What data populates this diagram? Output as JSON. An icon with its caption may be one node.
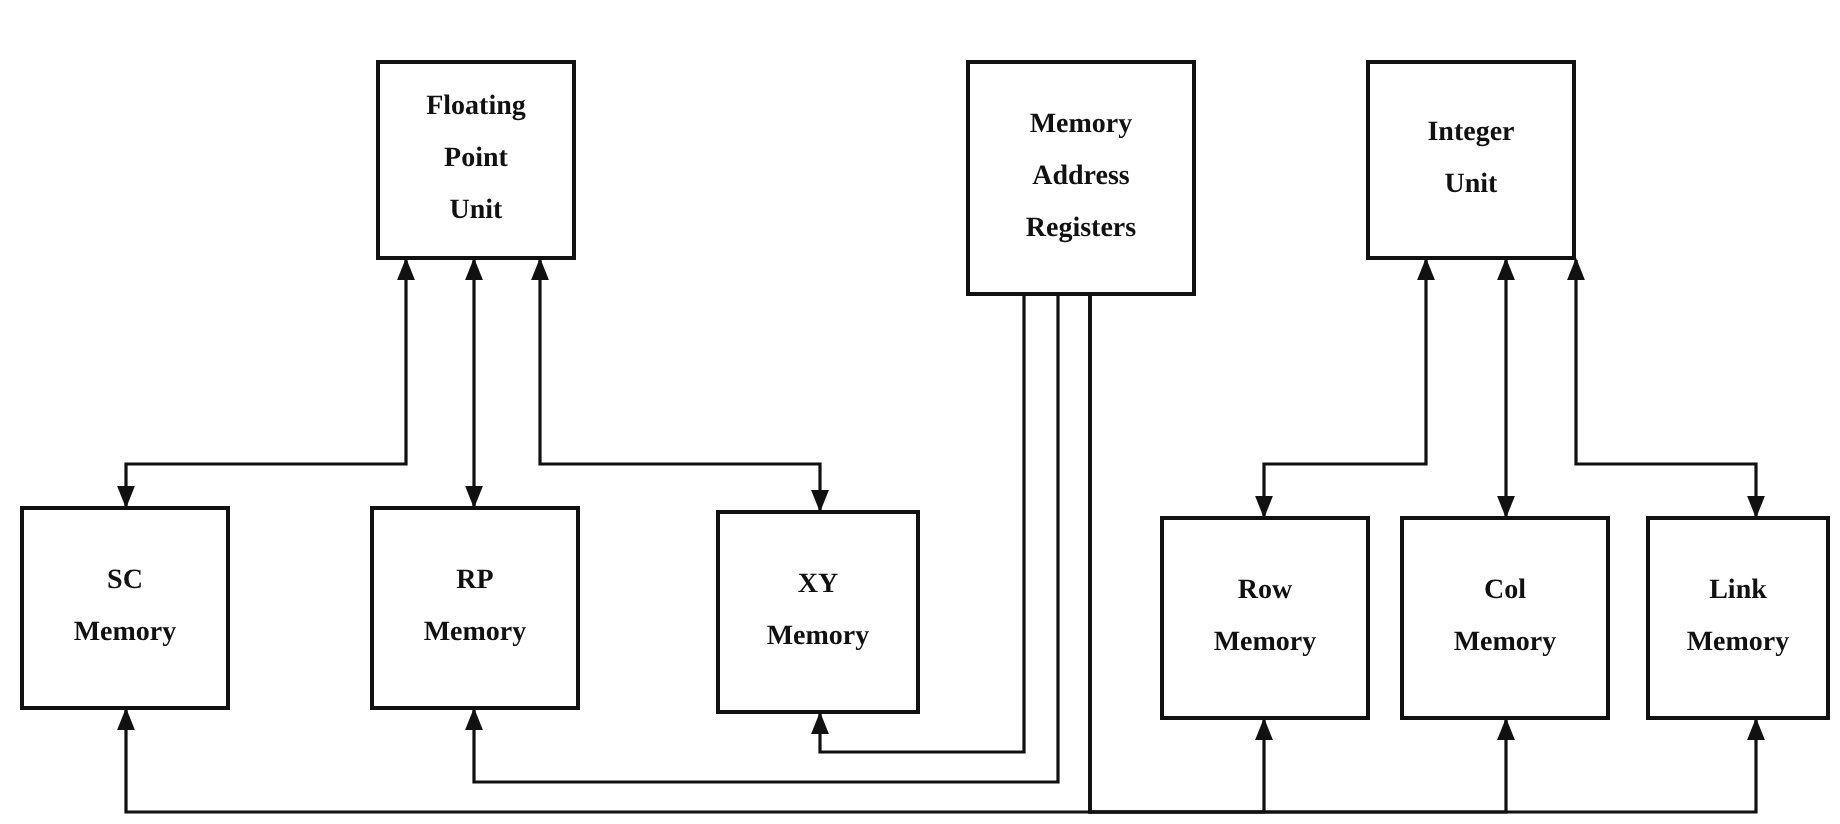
{
  "diagram": {
    "nodes": [
      {
        "text": [
          "Floating Point Unit"
        ]
      },
      {
        "text": [
          "Memory Address Registers"
        ]
      },
      {
        "text": [
          "Integer Unit"
        ]
      },
      {
        "text": [
          "SC Memory"
        ]
      },
      {
        "text": [
          "RP Memory"
        ]
      },
      {
        "text": [
          "XY Memory"
        ]
      },
      {
        "text": [
          "Row Memory"
        ]
      },
      {
        "text": [
          "Col Memory"
        ]
      },
      {
        "text": [
          "Link Memory"
        ]
      }
    ],
    "edges": [
      {
        "from": 0,
        "to": 3,
        "arrow": "both"
      },
      {
        "from": 0,
        "to": 4,
        "arrow": "both"
      },
      {
        "from": 0,
        "to": 5,
        "arrow": "both"
      },
      {
        "from": 2,
        "to": 6,
        "arrow": "both"
      },
      {
        "from": 2,
        "to": 7,
        "arrow": "both"
      },
      {
        "from": 2,
        "to": 8,
        "arrow": "both"
      },
      {
        "from": 1,
        "to": 5,
        "arrow": "to"
      },
      {
        "from": 1,
        "to": 4,
        "arrow": "to"
      },
      {
        "from": 1,
        "to": 3,
        "arrow": "to"
      },
      {
        "from": 1,
        "to": 6,
        "arrow": "to"
      },
      {
        "from": 1,
        "to": 7,
        "arrow": "to"
      },
      {
        "from": 1,
        "to": 8,
        "arrow": "to"
      }
    ]
  }
}
